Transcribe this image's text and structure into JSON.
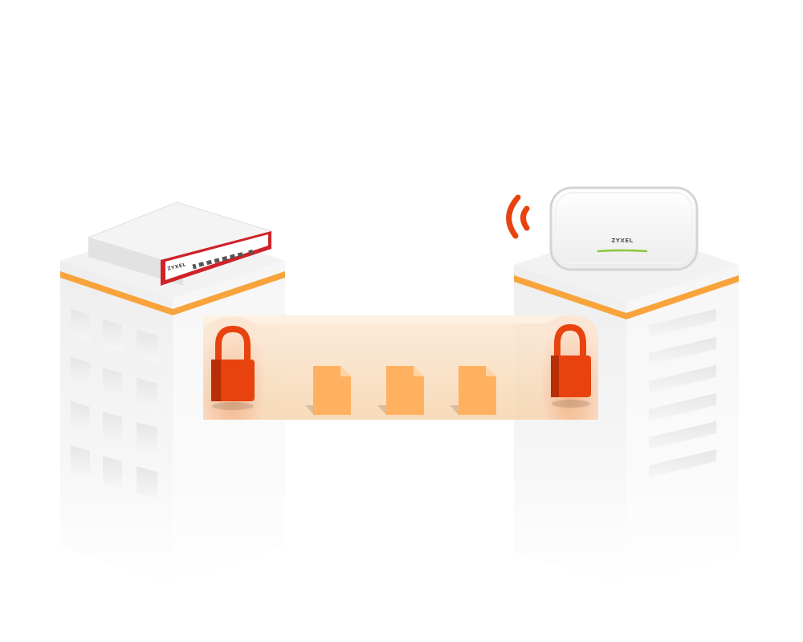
{
  "devices": {
    "firewall": {
      "brand": "ZYXEL",
      "accent_color": "#d7262b"
    },
    "access_point": {
      "brand": "ZYXEL",
      "led_color": "#8cc63f"
    }
  },
  "colors": {
    "lock_body": "#e8430f",
    "lock_shadow": "#b82e06",
    "file": "#ffb160",
    "file_fold": "#ffd4a3",
    "tunnel": "#f6d3aa",
    "building_stripe": "#f8a33c",
    "wifi_waves": "#e8430f"
  },
  "icons": [
    "firewall-appliance-icon",
    "wifi-access-point-icon",
    "padlock-icon",
    "file-icon",
    "wifi-signal-icon"
  ],
  "files_in_transit": 3
}
